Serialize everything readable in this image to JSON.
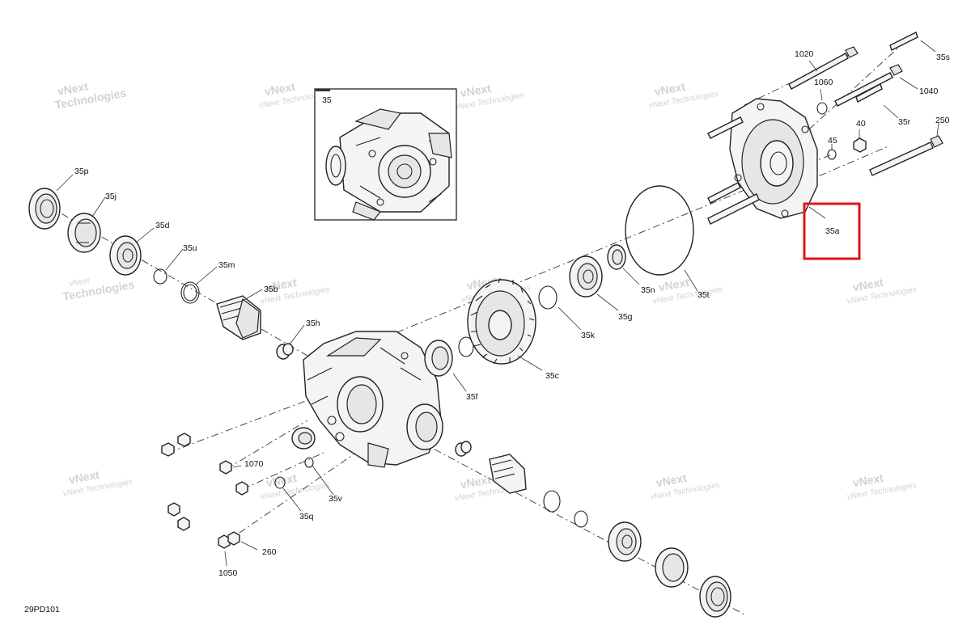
{
  "diagram": {
    "code": "29PD101",
    "highlight_color": "#e0141e",
    "watermark": {
      "line1": "vNext",
      "line2": "Technologies",
      "line3": "vNext Technologies"
    },
    "labels": {
      "p35": "35",
      "p35p": "35p",
      "p35j": "35j",
      "p35d": "35d",
      "p35u": "35u",
      "p35m": "35m",
      "p35b": "35b",
      "p35h": "35h",
      "p35f": "35f",
      "p35c": "35c",
      "p35k": "35k",
      "p35g": "35g",
      "p35n": "35n",
      "p35t": "35t",
      "p35a": "35a",
      "p35s": "35s",
      "p1020": "1020",
      "p1060": "1060",
      "p1040": "1040",
      "p35r": "35r",
      "p40": "40",
      "p45": "45",
      "p250": "250",
      "p1070": "1070",
      "p35v": "35v",
      "p35q": "35q",
      "p260": "260",
      "p1050": "1050"
    }
  }
}
